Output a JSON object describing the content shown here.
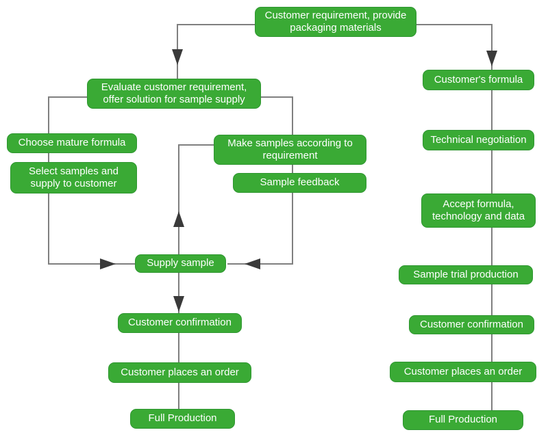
{
  "colors": {
    "node-fill": "#3aaa35",
    "node-border": "#2e9630",
    "node-text": "#ffffff",
    "line": "#7f7f7f",
    "arrow": "#3a3a3a",
    "background": "#ffffff"
  },
  "nodes": {
    "customer_requirement": "Customer requirement, provide packaging materials",
    "evaluate_requirement": "Evaluate customer requirement, offer solution for sample supply",
    "choose_mature_formula": "Choose mature formula",
    "select_samples": "Select samples and supply to customer",
    "make_samples": "Make samples according to requirement",
    "sample_feedback": "Sample feedback",
    "supply_sample": "Supply sample",
    "customer_confirmation_left": "Customer confirmation",
    "customer_order_left": "Customer places an order",
    "full_production_left": "Full Production",
    "customers_formula": "Customer's formula",
    "technical_negotiation": "Technical negotiation",
    "accept_formula": "Accept formula, technology and data",
    "sample_trial_production": "Sample trial production",
    "customer_confirmation_right": "Customer confirmation",
    "customer_order_right": "Customer places an order",
    "full_production_right": "Full Production"
  },
  "edges": [
    {
      "from": "customer_requirement",
      "to": "evaluate_requirement",
      "type": "arrow"
    },
    {
      "from": "customer_requirement",
      "to": "customers_formula",
      "type": "arrow"
    },
    {
      "from": "evaluate_requirement",
      "to": "choose_mature_formula",
      "type": "line"
    },
    {
      "from": "choose_mature_formula",
      "to": "select_samples",
      "type": "line"
    },
    {
      "from": "select_samples",
      "to": "supply_sample",
      "type": "arrow"
    },
    {
      "from": "evaluate_requirement",
      "to": "make_samples",
      "type": "line"
    },
    {
      "from": "make_samples",
      "to": "sample_feedback",
      "type": "line"
    },
    {
      "from": "sample_feedback",
      "to": "supply_sample",
      "type": "arrow"
    },
    {
      "from": "supply_sample",
      "to": "make_samples",
      "type": "arrow"
    },
    {
      "from": "supply_sample",
      "to": "customer_confirmation_left",
      "type": "arrow"
    },
    {
      "from": "customer_confirmation_left",
      "to": "customer_order_left",
      "type": "line"
    },
    {
      "from": "customer_order_left",
      "to": "full_production_left",
      "type": "line"
    },
    {
      "from": "customers_formula",
      "to": "technical_negotiation",
      "type": "line"
    },
    {
      "from": "technical_negotiation",
      "to": "accept_formula",
      "type": "line"
    },
    {
      "from": "accept_formula",
      "to": "sample_trial_production",
      "type": "line"
    },
    {
      "from": "sample_trial_production",
      "to": "customer_confirmation_right",
      "type": "line"
    },
    {
      "from": "customer_confirmation_right",
      "to": "customer_order_right",
      "type": "line"
    },
    {
      "from": "customer_order_right",
      "to": "full_production_right",
      "type": "line"
    }
  ]
}
